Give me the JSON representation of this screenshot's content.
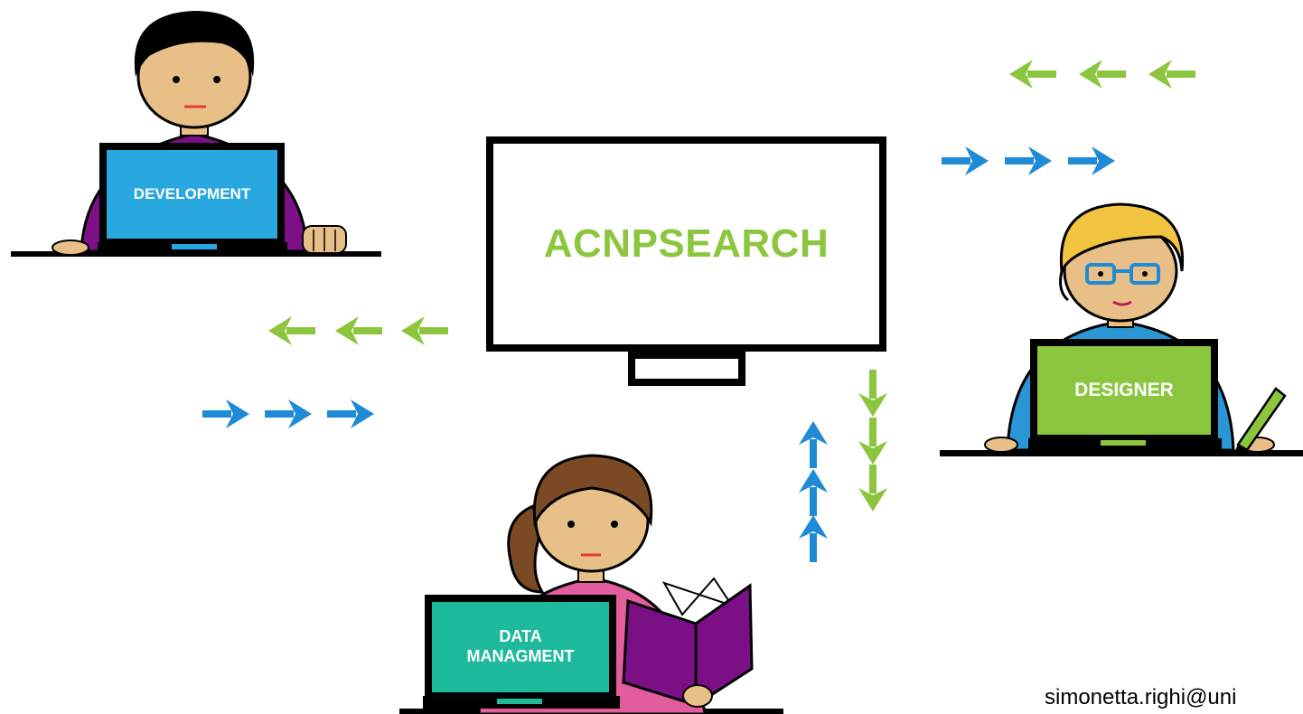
{
  "center": {
    "title": "ACNPSEARCH"
  },
  "roles": {
    "development": {
      "label": "DEVELOPMENT",
      "screen_color": "#29a8e0",
      "shirt_color": "#7b0f86"
    },
    "designer": {
      "label": "DESIGNER",
      "screen_color": "#8cc63f",
      "shirt_color": "#2b96d6"
    },
    "data_management": {
      "label_line1": "DATA",
      "label_line2": "MANAGMENT",
      "screen_color": "#1fba9e",
      "shirt_color": "#e25c9e"
    }
  },
  "footer": {
    "credit": "simonetta.righi@uni"
  },
  "colors": {
    "arrow_green": "#8cc63f",
    "arrow_blue": "#1f8bd6",
    "skin": "#e8c087",
    "outline": "#000000"
  },
  "icons": {
    "arrow_left": "arrow-left-icon",
    "arrow_right": "arrow-right-icon",
    "arrow_up": "arrow-up-icon",
    "arrow_down": "arrow-down-icon"
  }
}
